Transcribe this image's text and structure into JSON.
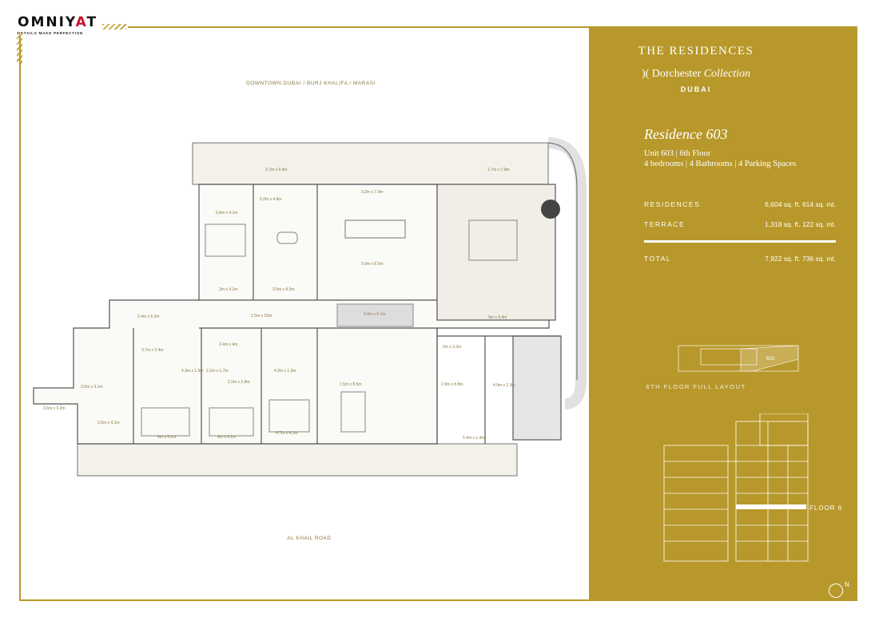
{
  "logo": {
    "wordmark": "OMNIYAT",
    "tagline": "DETAILS MAKE PERFECTION"
  },
  "panel": {
    "title": "THE RESIDENCES",
    "brand_regular": "Dorchester",
    "brand_italic": "Collection",
    "city": "DUBAI",
    "residence_name": "Residence 603",
    "unit_line": "Unit 603 | 6th Floor",
    "features_line": "4 bedrooms | 4 Bathrooms | 4 Parking Spaces",
    "areas": [
      {
        "label": "RESIDENCES",
        "value": "6,604 sq. ft. 614 sq. mt."
      },
      {
        "label": "TERRACE",
        "value": "1,318 sq. ft. 122 sq. mt."
      },
      {
        "label": "TOTAL",
        "value": "7,922 sq. ft. 736 sq. mt."
      }
    ],
    "key_plan_unit": "603",
    "key_plan_caption": "6TH FLOOR FULL LAYOUT",
    "floor_label": "FLOOR 6",
    "north": "N"
  },
  "plan": {
    "top_street": "DOWNTOWN DUBAI / BURJ KHALIFA / MARASI",
    "bottom_street": "AL KHAIL ROAD",
    "rooms": [
      "3.7m x 9.4m",
      "5.2m x 4.8m",
      "3.2m x 7.9m",
      "1.7m x 7.9m",
      "6.8m x 4.1m",
      "5.9m x 8.5m",
      "2m x 4.1m",
      "3.5m x 4.5m",
      "2.4m x 6.2m",
      "1.5m x 10m",
      "2.4m x 6.1m",
      "9m x 9.4m",
      "3.7m x 2.4m",
      "2.4m x 4m",
      "4.3m x 1.9m",
      "4.3m x 1.9m",
      "2m x 3.3m",
      "2.2m x 1.7m",
      "2.2m x 2.8m",
      "7.5m x 8.5m",
      "2.9m x 8.8m",
      "4.9m x 2.3m",
      "3.5m x 3.1m",
      "3.6m x 3.2m",
      "2.5m x 4.1m",
      "4m x 4.1m",
      "4m x 4.1m",
      "4.7m x 4.1m",
      "5.4m x 1.4m"
    ]
  }
}
